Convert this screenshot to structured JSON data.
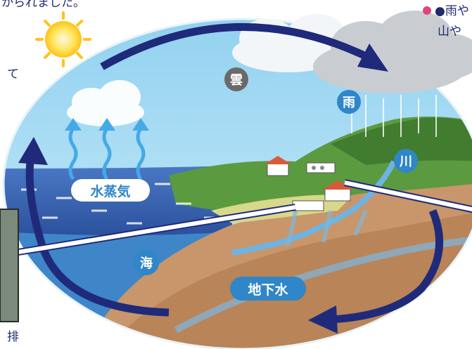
{
  "header": {
    "cut_text_top": "かられました。",
    "cut_text_left": "て",
    "cut_text_bottom": "排",
    "note_line1": "●雨や",
    "note_line2": "山や"
  },
  "labels": {
    "cloud": "雲",
    "rain": "雨",
    "river": "川",
    "sea": "海",
    "vapor": "水蒸気",
    "groundwater": "地下水"
  },
  "colors": {
    "arrow": "#1f2a7a",
    "vapor_arrow": "#45a9e6",
    "sea": "#2f5fb0",
    "ground": "#c4956a",
    "hill": "#4f8f3a",
    "badge_blue": "#2f86c8",
    "badge_gray": "#6a6a6a",
    "note_dot": "#e0457b"
  },
  "icons": [
    "sun-icon",
    "cloud-icon",
    "rain-cloud-icon",
    "house-icon",
    "factory-icon"
  ]
}
